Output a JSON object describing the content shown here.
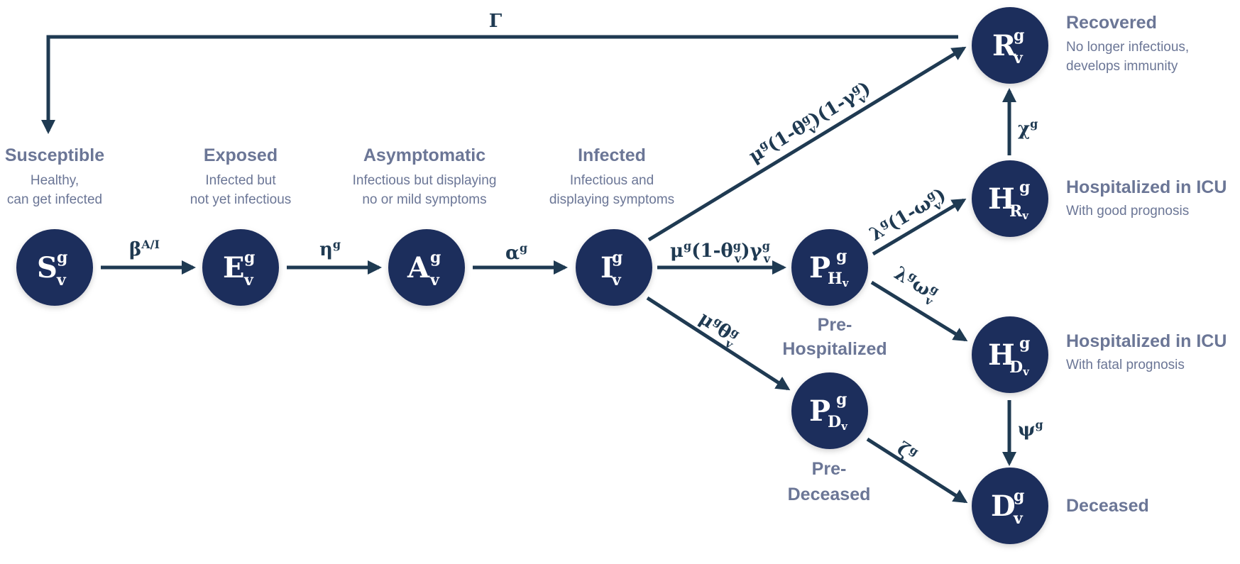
{
  "nodes": {
    "S": {
      "letter": "S",
      "sup": "g",
      "sub": "v",
      "title": "Susceptible",
      "desc1": "Healthy,",
      "desc2": "can get infected"
    },
    "E": {
      "letter": "E",
      "sup": "g",
      "sub": "v",
      "title": "Exposed",
      "desc1": "Infected but",
      "desc2": "not yet infectious"
    },
    "A": {
      "letter": "A",
      "sup": "g",
      "sub": "v",
      "title": "Asymptomatic",
      "desc1": "Infectious but displaying",
      "desc2": "no or mild symptoms"
    },
    "I": {
      "letter": "I",
      "sup": "g",
      "sub": "v",
      "title": "Infected",
      "desc1": "Infectious and",
      "desc2": "displaying symptoms"
    },
    "PH": {
      "letter": "P",
      "sup": "g",
      "sub": "H",
      "subsub": "v",
      "title1": "Pre-",
      "title2": "Hospitalized"
    },
    "PD": {
      "letter": "P",
      "sup": "g",
      "sub": "D",
      "subsub": "v",
      "title1": "Pre-",
      "title2": "Deceased"
    },
    "R": {
      "letter": "R",
      "sup": "g",
      "sub": "v",
      "title": "Recovered",
      "desc1": "No longer infectious,",
      "desc2": "develops immunity"
    },
    "HR": {
      "letter": "H",
      "sup": "g",
      "sub": "R",
      "subsub": "v",
      "title": "Hospitalized in ICU",
      "desc1": "With good prognosis"
    },
    "HD": {
      "letter": "H",
      "sup": "g",
      "sub": "D",
      "subsub": "v",
      "title": "Hospitalized in ICU",
      "desc1": "With fatal prognosis"
    },
    "D": {
      "letter": "D",
      "sup": "g",
      "sub": "v",
      "title": "Deceased"
    }
  },
  "edges": {
    "gamma_return": {
      "label": "Γ"
    },
    "s_e": {
      "sym": "β",
      "sup": "A/I"
    },
    "e_a": {
      "sym": "η",
      "sup": "g"
    },
    "a_i": {
      "sym": "α",
      "sup": "g"
    },
    "i_r": {
      "label": "μ",
      "sup1": "g",
      "p1": "(1-θ",
      "sup2": "g",
      "sub2": "v",
      "p2": ")(1-γ",
      "sup3": "g",
      "sub3": "v",
      "p3": ")"
    },
    "i_ph": {
      "label": "μ",
      "sup1": "g",
      "p1": "(1-θ",
      "sup2": "g",
      "sub2": "v",
      "p2": ")γ",
      "sup3": "g",
      "sub3": "v"
    },
    "i_pd": {
      "label": "μ",
      "sup1": "g",
      "p1": "θ",
      "sup2": "g",
      "sub2": "v"
    },
    "ph_hr": {
      "label": "λ",
      "sup1": "g",
      "p1": "(1-ω",
      "sup2": "g",
      "sub2": "v",
      "p2": ")"
    },
    "ph_hd": {
      "label": "λ",
      "sup1": "g",
      "p1": "ω",
      "sup2": "g",
      "sub2": "v"
    },
    "pd_d": {
      "label": "ζ",
      "sup1": "g"
    },
    "hr_r": {
      "label": "χ",
      "sup1": "g"
    },
    "hd_d": {
      "label": "ψ",
      "sup1": "g"
    }
  },
  "colors": {
    "node": "#1f2d5c",
    "edge": "#1f3a52",
    "text": "#6b7696"
  }
}
